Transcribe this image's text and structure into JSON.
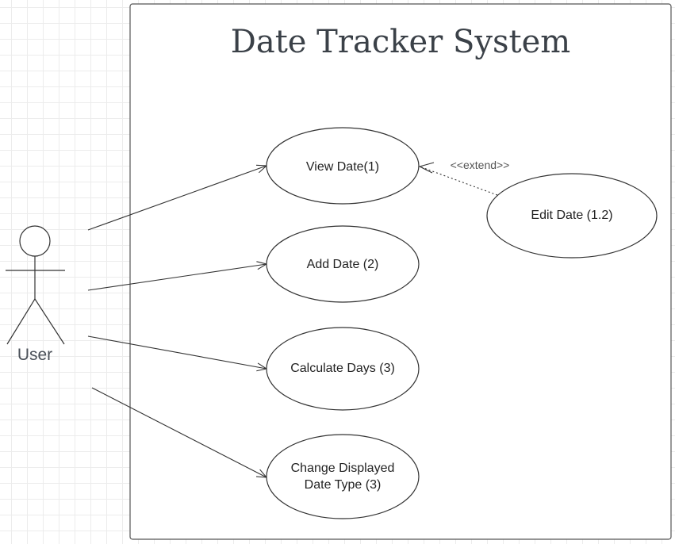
{
  "system": {
    "title": "Date Tracker System"
  },
  "actor": {
    "label": "User"
  },
  "use_cases": {
    "view_date": "View Date(1)",
    "add_date": "Add Date (2)",
    "calculate_days": "Calculate Days (3)",
    "change_type_line1": "Change Displayed",
    "change_type_line2": "Date Type (3)",
    "edit_date": "Edit Date (1.2)"
  },
  "relationships": {
    "extend_label": "<<extend>>"
  }
}
